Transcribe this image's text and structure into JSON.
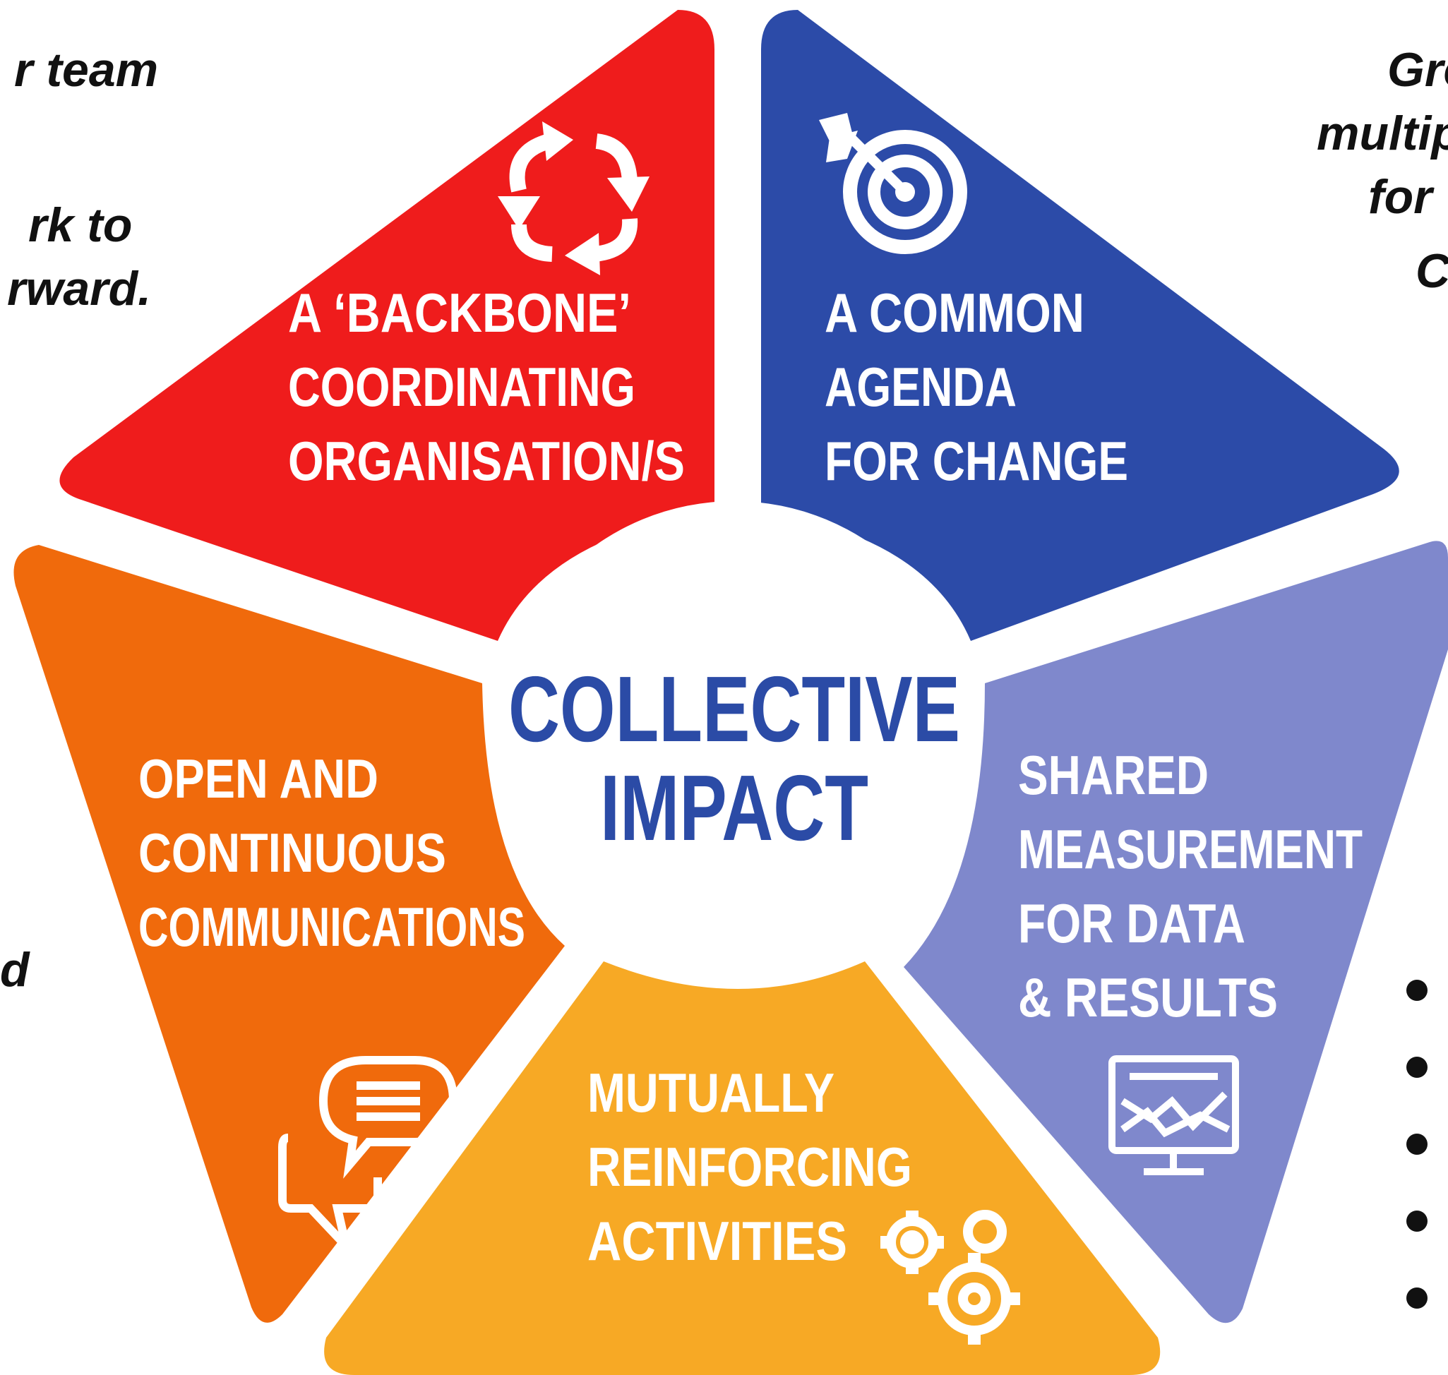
{
  "left_text": {
    "line1": "r team",
    "line2": "rk to",
    "line3": "rward.",
    "line4": "d"
  },
  "right_text": {
    "line1": "Gre",
    "line2": "multip",
    "line3": "for",
    "line4": "C"
  },
  "diagram": {
    "center": {
      "line1": "COLLECTIVE",
      "line2": "IMPACT",
      "color": "#2B4BA6"
    },
    "segments": {
      "backbone": {
        "line1": "A ‘BACKBONE’",
        "line2": "COORDINATING",
        "line3": "ORGANISATION/S",
        "color": "#EF1C1C",
        "icon": "cycle-arrows-icon"
      },
      "agenda": {
        "line1": "A COMMON",
        "line2": "AGENDA",
        "line3": "FOR CHANGE",
        "color": "#2C4BA8",
        "icon": "target-arrow-icon"
      },
      "measurement": {
        "line1": "SHARED",
        "line2": "MEASUREMENT",
        "line3": "FOR DATA",
        "line4": "& RESULTS",
        "color": "#7F88CC",
        "icon": "chart-monitor-icon"
      },
      "activities": {
        "line1": "MUTUALLY",
        "line2": "REINFORCING",
        "line3": "ACTIVITIES",
        "color": "#F7A925",
        "icon": "gears-icon"
      },
      "communications": {
        "line1": "OPEN AND",
        "line2": "CONTINUOUS",
        "line3": "COMMUNICATIONS",
        "color": "#F06A0C",
        "icon": "speech-bubbles-icon"
      }
    }
  },
  "bullets": {
    "count": 5
  }
}
